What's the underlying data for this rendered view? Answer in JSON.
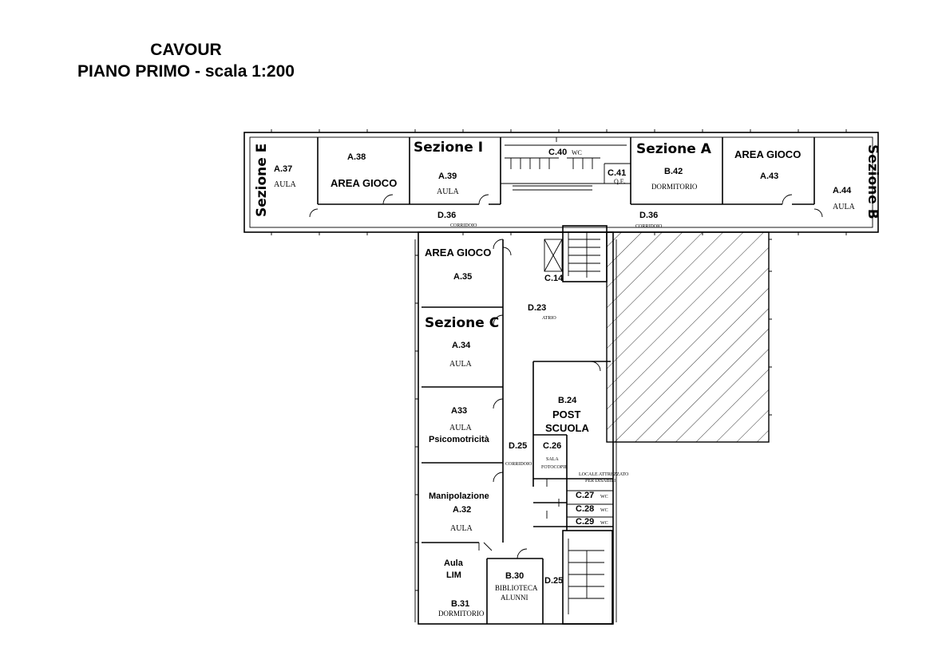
{
  "header": {
    "line1": "CAVOUR",
    "line2": "PIANO PRIMO - scala 1:200"
  },
  "sections": {
    "e": "Sezione E",
    "i": "Sezione I",
    "a": "Sezione A",
    "b": "Sezione B",
    "c": "Sezione C"
  },
  "rooms": {
    "a37": {
      "code": "A.37",
      "use": "AULA"
    },
    "a38": {
      "code": "A.38",
      "label": "AREA GIOCO"
    },
    "a39": {
      "code": "A.39",
      "use": "AULA"
    },
    "c40": {
      "code": "C.40",
      "use": "WC"
    },
    "c41": {
      "code": "C.41",
      "use": "Q.E."
    },
    "b42": {
      "code": "B.42",
      "use": "DORMITORIO"
    },
    "a43": {
      "code": "A.43",
      "label": "AREA GIOCO"
    },
    "a44": {
      "code": "A.44",
      "use": "AULA"
    },
    "d36": {
      "code": "D.36",
      "use": "CORRIDOIO"
    },
    "a35": {
      "code": "A.35",
      "label": "AREA GIOCO"
    },
    "c14": {
      "code": "C.14"
    },
    "d23": {
      "code": "D.23",
      "use": "ATRIO"
    },
    "a34": {
      "code": "A.34",
      "use": "AULA"
    },
    "a33": {
      "code": "A33",
      "use": "AULA",
      "label": "Psicomotricità"
    },
    "b24": {
      "code": "B.24",
      "label1": "POST",
      "label2": "SCUOLA"
    },
    "d25": {
      "code": "D.25",
      "use": "CORRIDOIO"
    },
    "c26": {
      "code": "C.26",
      "use1": "SALA",
      "use2": "FOTOCOPIE"
    },
    "locale": {
      "line1": "LOCALE ATTREZZATO",
      "line2": "PER DISABILI"
    },
    "c27": {
      "code": "C.27",
      "use": "WC"
    },
    "c28": {
      "code": "C.28",
      "use": "WC"
    },
    "c29": {
      "code": "C.29",
      "use": "WC"
    },
    "a32": {
      "code": "A.32",
      "use": "AULA",
      "label": "Manipolazione"
    },
    "b31": {
      "code": "B.31",
      "use": "DORMITORIO",
      "label1": "Aula",
      "label2": "LIM"
    },
    "b30": {
      "code": "B.30",
      "use1": "BIBLIOTECA",
      "use2": "ALUNNI"
    },
    "d25b": {
      "code": "D.25"
    }
  }
}
